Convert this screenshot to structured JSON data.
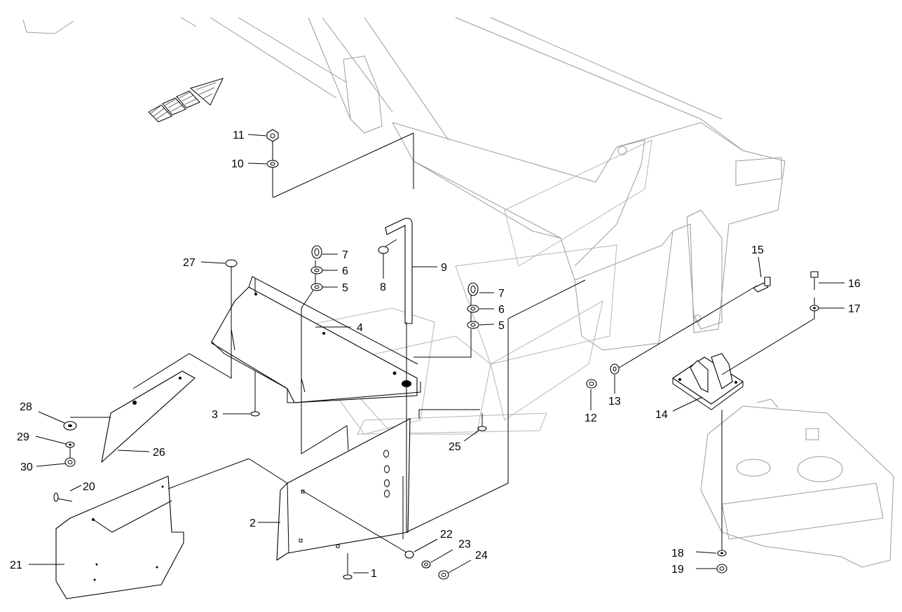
{
  "diagram": {
    "callouts": [
      {
        "id": "c1",
        "text": "1"
      },
      {
        "id": "c2",
        "text": "2"
      },
      {
        "id": "c3",
        "text": "3"
      },
      {
        "id": "c4",
        "text": "4"
      },
      {
        "id": "c5a",
        "text": "5"
      },
      {
        "id": "c5b",
        "text": "5"
      },
      {
        "id": "c6a",
        "text": "6"
      },
      {
        "id": "c6b",
        "text": "6"
      },
      {
        "id": "c7a",
        "text": "7"
      },
      {
        "id": "c7b",
        "text": "7"
      },
      {
        "id": "c8",
        "text": "8"
      },
      {
        "id": "c9",
        "text": "9"
      },
      {
        "id": "c10",
        "text": "10"
      },
      {
        "id": "c11",
        "text": "11"
      },
      {
        "id": "c12",
        "text": "12"
      },
      {
        "id": "c13",
        "text": "13"
      },
      {
        "id": "c14",
        "text": "14"
      },
      {
        "id": "c15",
        "text": "15"
      },
      {
        "id": "c16",
        "text": "16"
      },
      {
        "id": "c17",
        "text": "17"
      },
      {
        "id": "c18",
        "text": "18"
      },
      {
        "id": "c19",
        "text": "19"
      },
      {
        "id": "c20",
        "text": "20"
      },
      {
        "id": "c21",
        "text": "21"
      },
      {
        "id": "c22",
        "text": "22"
      },
      {
        "id": "c23",
        "text": "23"
      },
      {
        "id": "c24",
        "text": "24"
      },
      {
        "id": "c25",
        "text": "25"
      },
      {
        "id": "c26",
        "text": "26"
      },
      {
        "id": "c27",
        "text": "27"
      },
      {
        "id": "c28",
        "text": "28"
      },
      {
        "id": "c29",
        "text": "29"
      },
      {
        "id": "c30",
        "text": "30"
      }
    ]
  }
}
